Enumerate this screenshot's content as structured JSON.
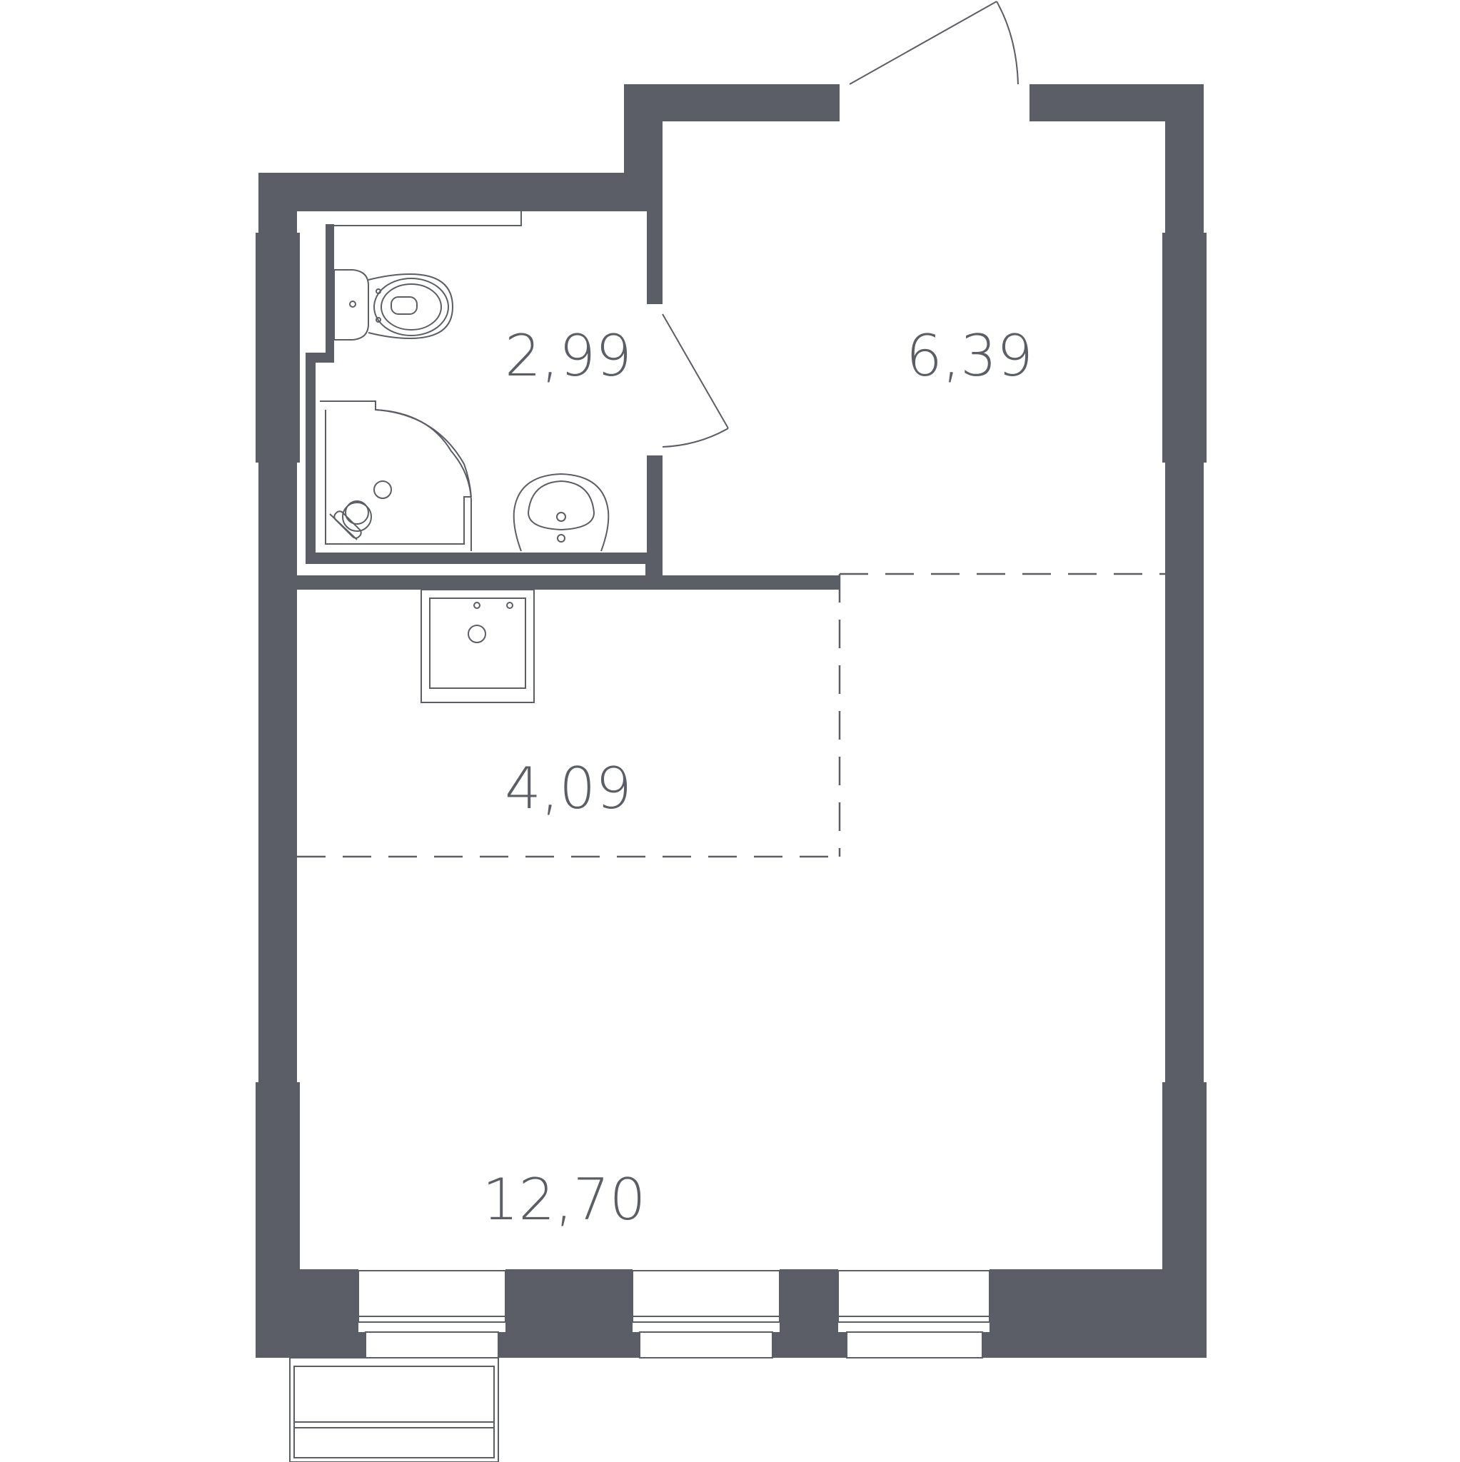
{
  "rooms": [
    {
      "id": "bathroom",
      "area": "2,99"
    },
    {
      "id": "hallway",
      "area": "6,39"
    },
    {
      "id": "kitchen",
      "area": "4,09"
    },
    {
      "id": "living-room",
      "area": "12,70"
    }
  ],
  "colors": {
    "wall": "#5b5e66",
    "background": "#ffffff"
  }
}
